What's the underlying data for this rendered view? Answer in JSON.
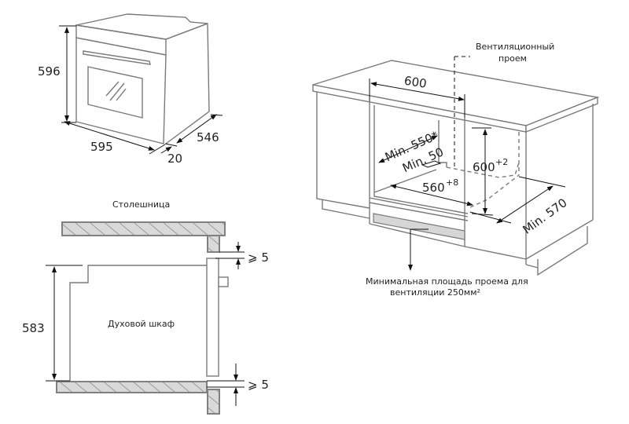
{
  "oven_view": {
    "height": "596",
    "width": "595",
    "depth": "546",
    "door_offset": "20"
  },
  "cabinet_view": {
    "vent_label_line1": "Вентиляционный",
    "vent_label_line2": "проем",
    "niche_width": "600",
    "min_depth": "Min. 550*",
    "min_gap": "Min. 50",
    "niche_height": "600",
    "niche_height_tol": "+2",
    "inner_width": "560",
    "inner_width_tol": "+8",
    "cabinet_depth": "Min. 570",
    "vent_area_line1": "Минимальная площадь проема для",
    "vent_area_line2": "вентиляции 250мм²"
  },
  "section_view": {
    "countertop_label": "Столешница",
    "oven_label": "Духовой шкаф",
    "oven_height": "583",
    "top_gap": "⩾ 5",
    "bottom_gap": "⩾ 5"
  },
  "colors": {
    "line": "#7a7a7a",
    "hatch_fill": "#d9d9d9",
    "vent_fill": "#d6d6d6",
    "dimension": "#111111"
  }
}
